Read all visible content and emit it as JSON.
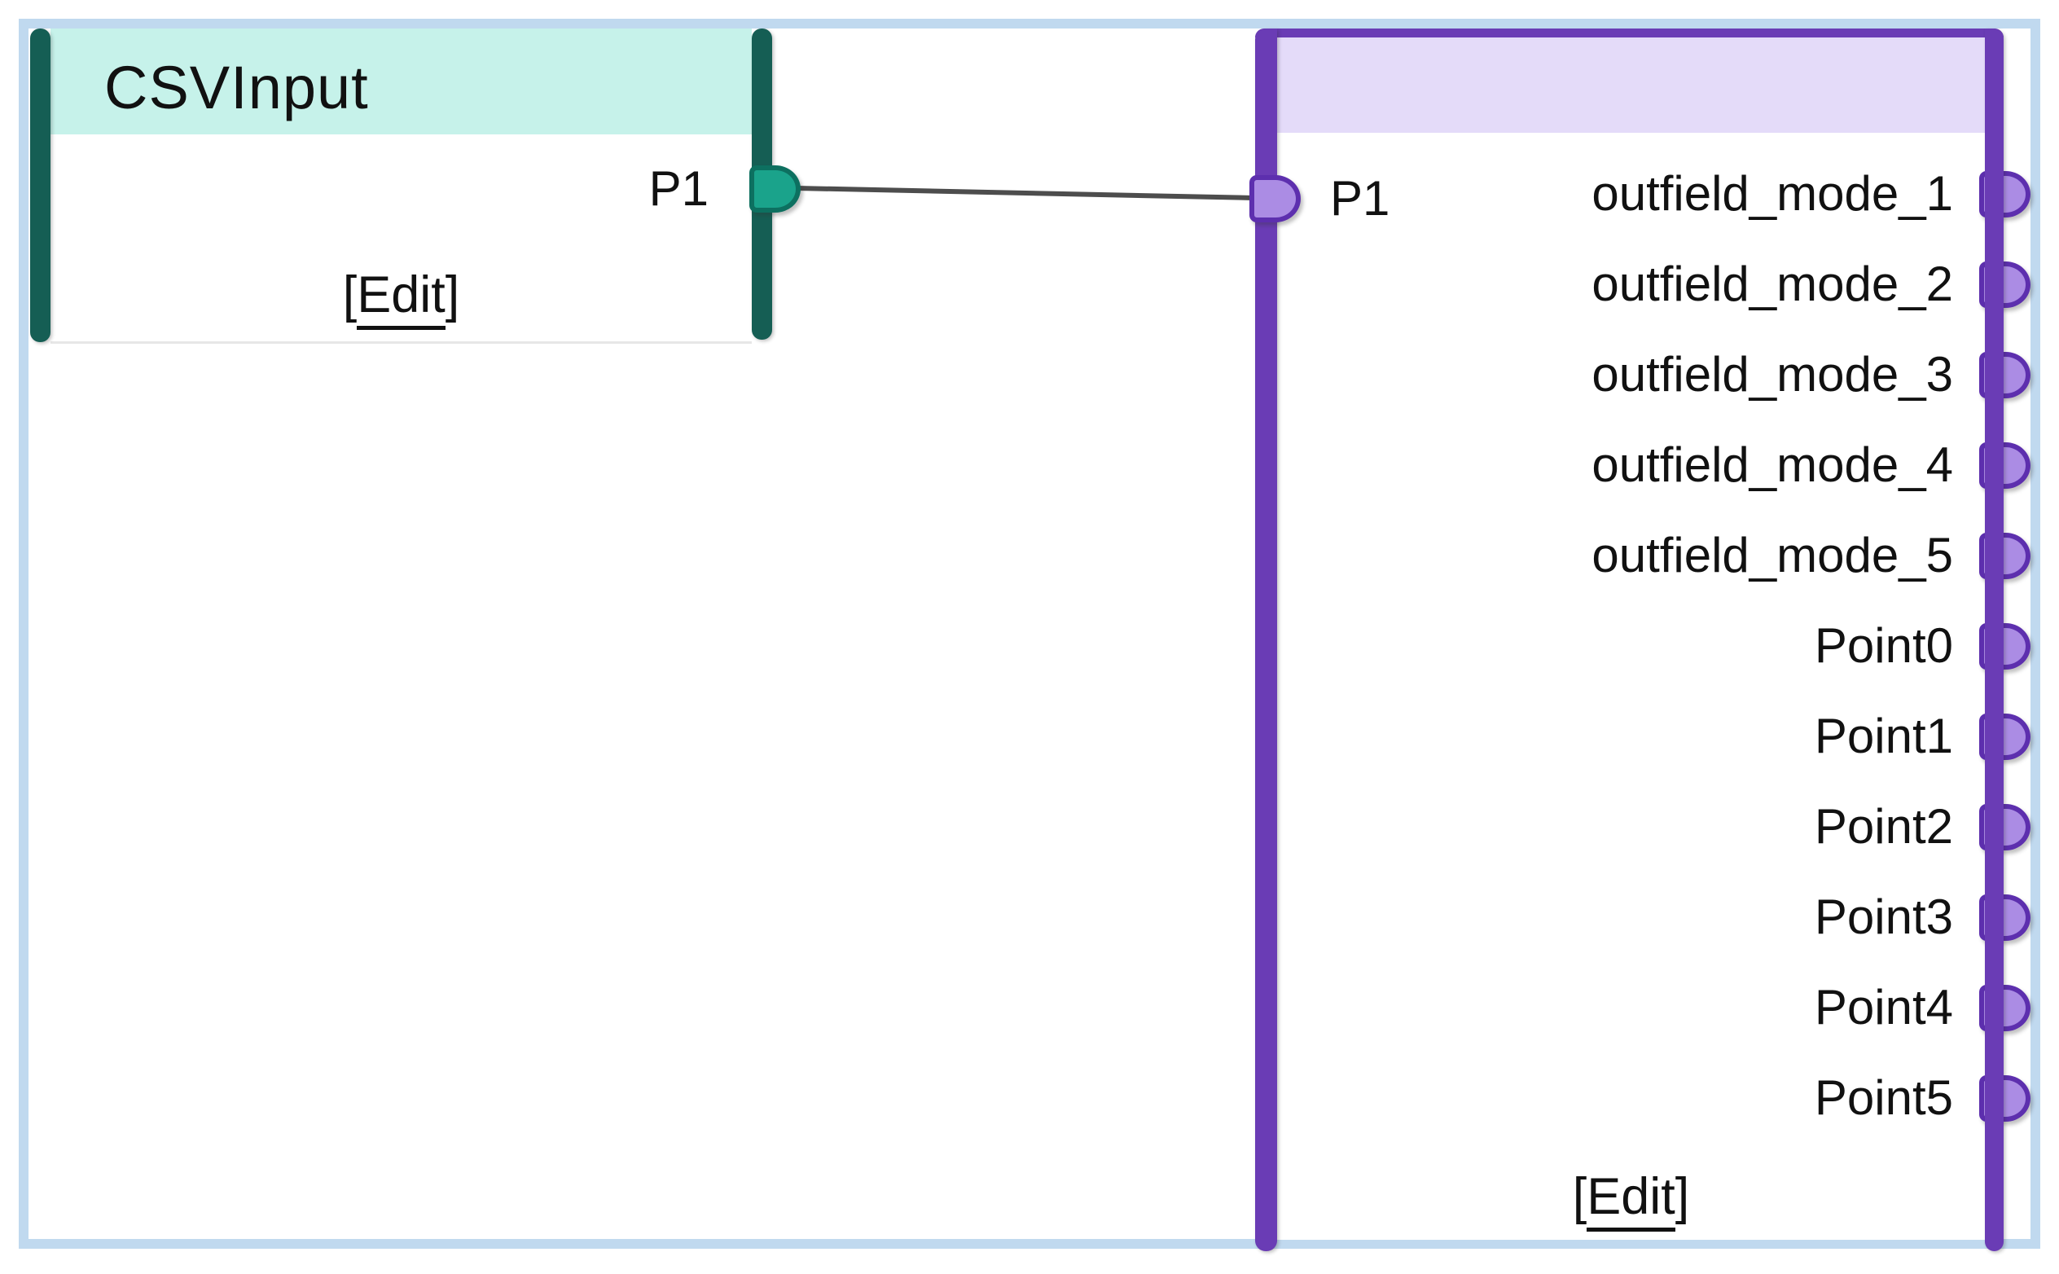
{
  "canvas": {
    "background": "#ffffff",
    "border_color": "#c0d9ef"
  },
  "wire": {
    "from_node": "CSVInput",
    "from_port": "P1",
    "to_port": "P1",
    "color": "#4d4d4d"
  },
  "csv_node": {
    "title": "CSVInput",
    "theme": {
      "bar_color": "#155e54",
      "header_color": "#c6f2ea",
      "port_fill": "#1aa38b",
      "port_border": "#0d7060"
    },
    "output_port_label": "P1",
    "edit": {
      "prefix": "[",
      "label": "Edit",
      "suffix": "]"
    }
  },
  "purple_node": {
    "title": "",
    "theme": {
      "bar_color": "#6a3cb5",
      "header_color": "#e4dbf9",
      "port_fill": "#ab8ce4",
      "port_border": "#5d2fae"
    },
    "input_port_label": "P1",
    "outputs": [
      "outfield_mode_1",
      "outfield_mode_2",
      "outfield_mode_3",
      "outfield_mode_4",
      "outfield_mode_5",
      "Point0",
      "Point1",
      "Point2",
      "Point3",
      "Point4",
      "Point5"
    ],
    "edit": {
      "prefix": "[",
      "label": "Edit",
      "suffix": "]"
    }
  }
}
